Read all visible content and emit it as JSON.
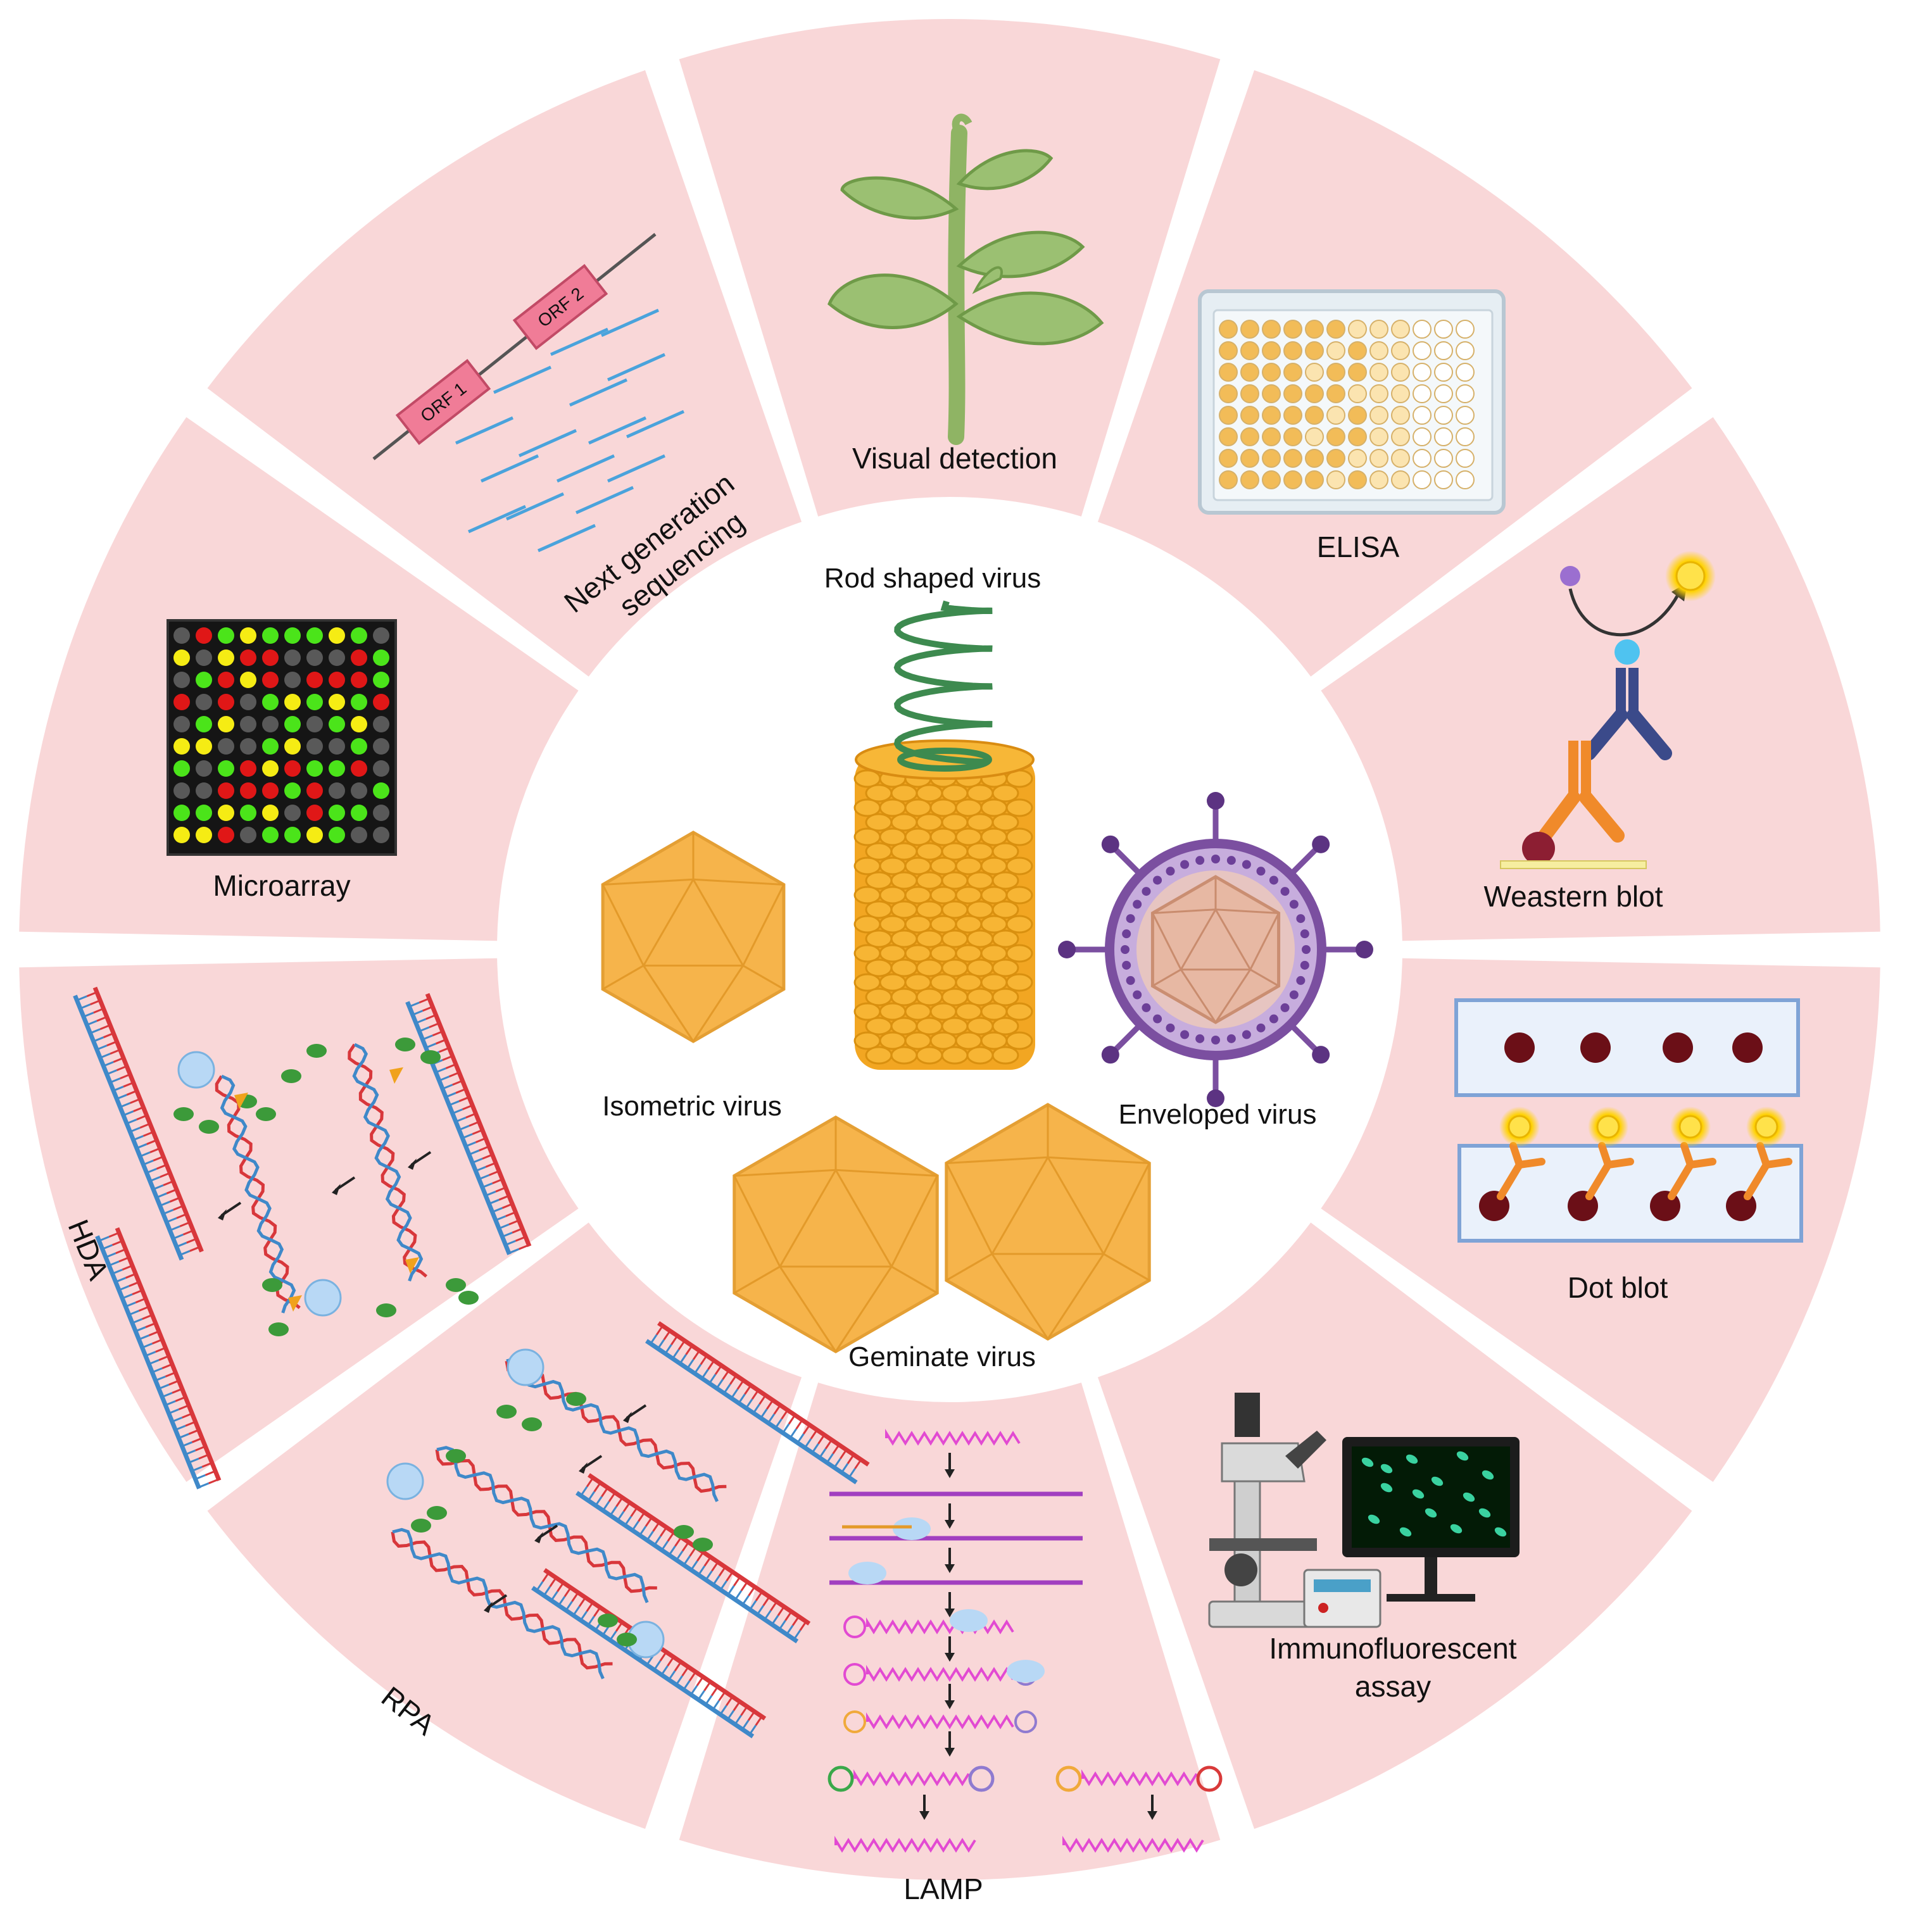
{
  "colors": {
    "segment_fill": "#f9d7d8",
    "center_fill": "#ffffff",
    "virus_orange": "#f6b042",
    "virus_stroke": "#e39a2a",
    "envelope_purple": "#7b4fa0",
    "dna_blue": "#3f89c9",
    "dna_red": "#d8373b",
    "plant_green": "#8fb464"
  },
  "segments": [
    {
      "id": "visual",
      "label": "Visual detection",
      "icon": "plant-icon"
    },
    {
      "id": "elisa",
      "label": "ELISA",
      "icon": "well-plate-icon"
    },
    {
      "id": "western",
      "label": "Weastern blot",
      "icon": "antibody-icon"
    },
    {
      "id": "dotblot",
      "label": "Dot blot",
      "icon": "dot-blot-membrane-icon"
    },
    {
      "id": "ifa",
      "label_line1": "Immunofluorescent",
      "label_line2": "assay",
      "icon": "microscope-icon"
    },
    {
      "id": "lamp",
      "label": "LAMP",
      "icon": "lamp-amplification-icon"
    },
    {
      "id": "rpa",
      "label": "RPA",
      "icon": "recombinase-amplification-icon"
    },
    {
      "id": "hda",
      "label": "HDA",
      "icon": "helicase-amplification-icon"
    },
    {
      "id": "microarray",
      "label": "Microarray",
      "icon": "microarray-grid-icon"
    },
    {
      "id": "ngs",
      "label_line1": "Next generation",
      "label_line2": "sequencing",
      "icon": "sequencing-reads-icon",
      "orf1": "ORF 1",
      "orf2": "ORF 2"
    }
  ],
  "viruses": {
    "rod": "Rod shaped virus",
    "isometric": "Isometric virus",
    "enveloped": "Enveloped virus",
    "geminate": "Geminate virus"
  }
}
